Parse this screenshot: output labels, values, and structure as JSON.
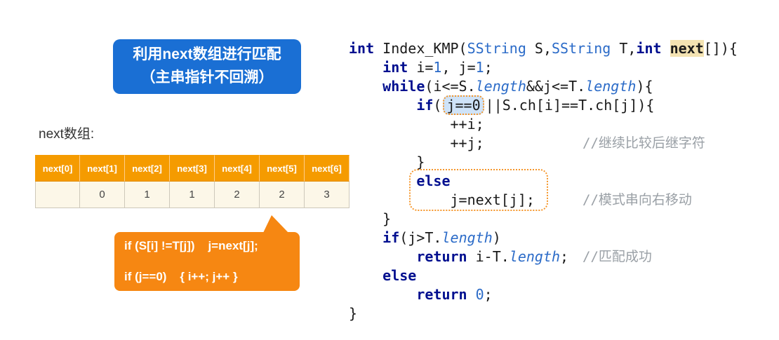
{
  "banner": {
    "line1": "利用next数组进行匹配",
    "line2": "（主串指针不回溯）"
  },
  "array_label": "next数组:",
  "table": {
    "headers": [
      "next[0]",
      "next[1]",
      "next[2]",
      "next[3]",
      "next[4]",
      "next[5]",
      "next[6]"
    ],
    "values": [
      "",
      "0",
      "1",
      "1",
      "2",
      "2",
      "3"
    ]
  },
  "callout": {
    "line1": "if (S[i] !=T[j])    j=next[j];",
    "line2": "if (j==0)    { i++; j++ }"
  },
  "code": {
    "lines": [
      {
        "tokens": [
          [
            "kw",
            "int"
          ],
          [
            "p",
            " Index_KMP("
          ],
          [
            "type",
            "SString"
          ],
          [
            "p",
            " S,"
          ],
          [
            "type",
            "SString"
          ],
          [
            "p",
            " T,"
          ],
          [
            "kw",
            "int"
          ],
          [
            "p",
            " "
          ],
          [
            "tan",
            "next"
          ],
          [
            "p",
            "[]){"
          ]
        ],
        "comment": ""
      },
      {
        "tokens": [
          [
            "p",
            "    "
          ],
          [
            "kw",
            "int"
          ],
          [
            "p",
            " i="
          ],
          [
            "num",
            "1"
          ],
          [
            "p",
            ", j="
          ],
          [
            "num",
            "1"
          ],
          [
            "p",
            ";"
          ]
        ],
        "comment": ""
      },
      {
        "tokens": [
          [
            "p",
            "    "
          ],
          [
            "kw",
            "while"
          ],
          [
            "p",
            "(i<=S."
          ],
          [
            "mem",
            "length"
          ],
          [
            "p",
            "&&j<=T."
          ],
          [
            "mem",
            "length"
          ],
          [
            "p",
            "){"
          ]
        ],
        "comment": ""
      },
      {
        "tokens": [
          [
            "p",
            "        "
          ],
          [
            "kw",
            "if"
          ],
          [
            "p",
            "("
          ],
          [
            "sel",
            "j==0"
          ],
          [
            "p",
            "||S.ch[i]==T.ch[j]){"
          ]
        ],
        "comment": ""
      },
      {
        "tokens": [
          [
            "p",
            "            ++i;"
          ]
        ],
        "comment": ""
      },
      {
        "tokens": [
          [
            "p",
            "            ++j;"
          ]
        ],
        "comment": "//继续比较后继字符"
      },
      {
        "tokens": [
          [
            "p",
            "        }"
          ]
        ],
        "comment": ""
      },
      {
        "tokens": [
          [
            "p",
            "        "
          ],
          [
            "kw",
            "else"
          ]
        ],
        "comment": ""
      },
      {
        "tokens": [
          [
            "p",
            "            j=next[j];"
          ]
        ],
        "comment": "//模式串向右移动"
      },
      {
        "tokens": [
          [
            "p",
            "    }"
          ]
        ],
        "comment": ""
      },
      {
        "tokens": [
          [
            "p",
            "    "
          ],
          [
            "kw",
            "if"
          ],
          [
            "p",
            "(j>T."
          ],
          [
            "mem",
            "length"
          ],
          [
            "p",
            ")"
          ]
        ],
        "comment": ""
      },
      {
        "tokens": [
          [
            "p",
            "        "
          ],
          [
            "kw",
            "return"
          ],
          [
            "p",
            " i-T."
          ],
          [
            "mem",
            "length"
          ],
          [
            "p",
            ";"
          ]
        ],
        "comment": "//匹配成功"
      },
      {
        "tokens": [
          [
            "p",
            "    "
          ],
          [
            "kw",
            "else"
          ]
        ],
        "comment": ""
      },
      {
        "tokens": [
          [
            "p",
            "        "
          ],
          [
            "kw",
            "return"
          ],
          [
            "p",
            " "
          ],
          [
            "num",
            "0"
          ],
          [
            "p",
            ";"
          ]
        ],
        "comment": ""
      },
      {
        "tokens": [
          [
            "p",
            "}"
          ]
        ],
        "comment": ""
      }
    ]
  },
  "colors": {
    "banner_blue": "#1a6fd4",
    "table_header_orange": "#f59b00",
    "table_value_bg": "#fcf7e8",
    "callout_orange": "#f68712",
    "keyword_navy": "#000f8f",
    "identifier_blue": "#2b6bc8",
    "comment_gray": "#9aa0a6",
    "param_highlight_tan": "#f4e3b2",
    "selection_blue": "#cfe3f8",
    "annotation_dotted_orange": "#f5962a"
  }
}
